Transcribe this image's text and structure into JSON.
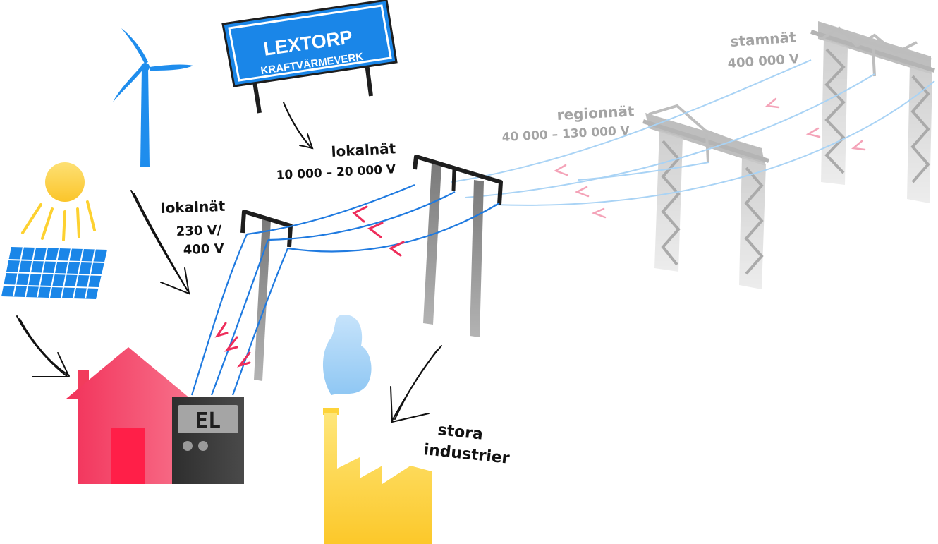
{
  "sign": {
    "line1": "LEXTORP",
    "line2": "KRAFTVÄRMEVERK"
  },
  "labels": {
    "stamnat_title": "stamnät",
    "stamnat_voltage": "400 000 V",
    "regionnat_title": "regionnät",
    "regionnat_voltage": "40 000 – 130 000 V",
    "lokalnat_high_title": "lokalnät",
    "lokalnat_high_voltage": "10 000 – 20 000 V",
    "lokalnat_low_title": "lokalnät",
    "lokalnat_low_voltage_1": "230 V/",
    "lokalnat_low_voltage_2": "400 V",
    "industry_1": "stora",
    "industry_2": "industrier"
  },
  "meter": {
    "display": "EL"
  },
  "colors": {
    "sign_blue": "#1a86e8",
    "wind_blue": "#1f8ded",
    "wire_blue": "#1f7ae0",
    "wire_blue_faint": "#a9d3f5",
    "arrow_red": "#ee2d5a",
    "arrow_pink": "#f4a3b8",
    "house_red": "#f23c5c",
    "meter_dark": "#3a3a3a",
    "factory_yellow": "#fdd33a",
    "smoke_blue": "#a4d3f7",
    "sun_yellow": "#fdd130",
    "tower_grey": "#b8b8b8"
  },
  "icons": [
    "wind-turbine-icon",
    "sun-icon",
    "solar-panel-icon",
    "house-icon",
    "electricity-meter-icon",
    "factory-icon",
    "smoke-cloud-icon",
    "power-plant-sign-icon",
    "power-pole-icon",
    "transmission-tower-icon"
  ]
}
